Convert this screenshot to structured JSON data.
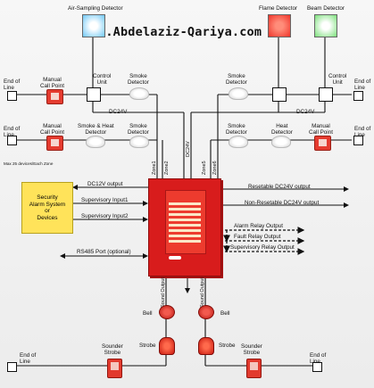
{
  "watermark": "F.Abdelaziz-Qariya.com",
  "top_detectors": {
    "air_sampling": "Air-Sampling Detector",
    "flame": "Flame Detector",
    "beam": "Beam Detector"
  },
  "row1": {
    "end_of_line_left": "End of\nLine",
    "manual_call_point": "Manual\nCall Point",
    "control_unit_left": "Control\nUnit",
    "smoke_detector_left": "Smoke\nDetector",
    "smoke_detector_right": "Smoke\nDetector",
    "control_unit_right": "Control\nUnit",
    "end_of_line_right": "End of\nLine",
    "dc24v_left": "DC24V",
    "dc24v_right": "DC24V"
  },
  "row2": {
    "end_of_line_left": "End of\nLine",
    "manual_call_point_left": "Manual\nCall Point",
    "smoke_heat_detector": "Smoke & Heat\nDetector",
    "smoke_detector_left": "Smoke\nDetector",
    "smoke_detector_right": "Smoke\nDetector",
    "heat_detector": "Heat\nDetector",
    "manual_call_point_right": "Manual\nCall Point",
    "end_of_line_right": "End of\nLine",
    "max_devices": "Max 25 devices/Each Zone"
  },
  "zones": {
    "zone1": "Zone1",
    "zone2": "Zone2",
    "zone5": "Zone5",
    "zone6": "Zone6",
    "dc24v_vertical": "DC24V"
  },
  "security": "Security\nAlarm System\nor\nDevices",
  "left_signals": {
    "dc12v_output": "DC12V output",
    "supervisory_input1": "Supervisory Input1",
    "supervisory_input2": "Supervisory Input2",
    "rs485": "RS485 Port (optional)"
  },
  "right_signals": {
    "resetable": "Resetable DC24V output",
    "non_resetable": "Non-Resetable DC24V output",
    "alarm_relay": "Alarm Relay Output",
    "fault_relay": "Fault Relay Output",
    "supervisory_relay": "Supervisory Relay Output"
  },
  "bottom": {
    "sound_output_left": "Sound Output",
    "sound_output_right": "Sound Output",
    "bell_left": "Bell",
    "bell_right": "Bell",
    "strobe_left": "Strobe",
    "strobe_right": "Strobe",
    "end_of_line_left": "End of\nLine",
    "sounder_strobe_left": "Sounder\nStrobe",
    "sounder_strobe_right": "Sounder\nStrobe",
    "end_of_line_right": "End of\nLine"
  },
  "colors": {
    "air_sampling_glow": "#6fc8f7",
    "flame_glow": "#f0342a",
    "beam_glow": "#7be07a",
    "panel_red": "#d81c1c",
    "security_yellow": "#ffe35a"
  }
}
